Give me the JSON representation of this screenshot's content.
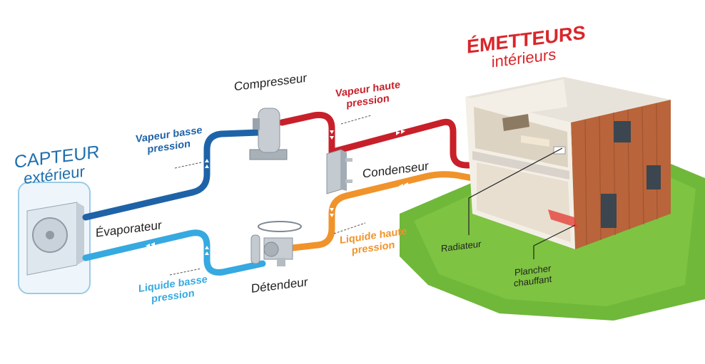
{
  "capteur": {
    "title": "CAPTEUR",
    "subtitle": "extérieur"
  },
  "emetteurs": {
    "title": "ÉMETTEURS",
    "subtitle": "intérieurs"
  },
  "components": {
    "compresseur": "Compresseur",
    "condenseur": "Condenseur",
    "evaporateur": "Évaporateur",
    "detendeur": "Détendeur"
  },
  "states": {
    "vapeur_basse": [
      "Vapeur basse",
      "pression"
    ],
    "vapeur_haute": [
      "Vapeur haute",
      "pression"
    ],
    "liquide_haute": [
      "Liquide haute",
      "pression"
    ],
    "liquide_basse": [
      "Liquide basse",
      "pression"
    ]
  },
  "emitters": {
    "radiateur": "Radiateur",
    "plancher": [
      "Plancher",
      "chauffant"
    ]
  },
  "colors": {
    "capteur_blue": "#1f6fae",
    "emetteurs_red": "#d9262a",
    "vapeur_basse": "#1e63a8",
    "vapeur_haute": "#c8202a",
    "liquide_haute": "#f0932b",
    "liquide_basse": "#36a9e1"
  }
}
